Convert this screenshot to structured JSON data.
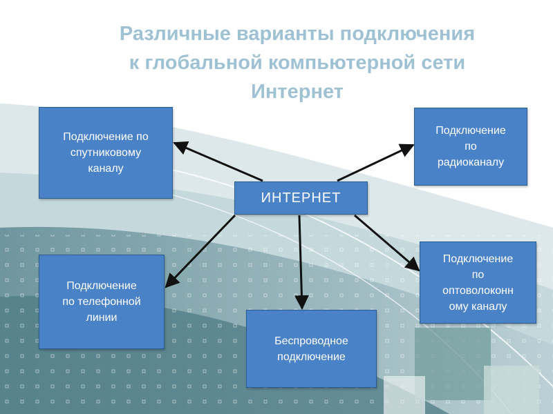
{
  "title_lines": [
    "Различные варианты подключения",
    "к глобальной компьютерной сети",
    "Интернет"
  ],
  "center_node": {
    "label": "ИНТЕРНЕТ"
  },
  "nodes": {
    "satellite": {
      "lines": [
        "Подключение по",
        "спутниковому",
        "каналу"
      ]
    },
    "radio": {
      "lines": [
        "Подключение",
        "по",
        "радиоканалу"
      ]
    },
    "phone": {
      "lines": [
        "Подключение",
        "по телефонной",
        "линии"
      ]
    },
    "wireless": {
      "lines": [
        "Беспроводное",
        "подключение"
      ]
    },
    "fiber": {
      "lines": [
        "Подключение",
        "по",
        "оптоволоконн",
        "ому каналу"
      ]
    }
  },
  "colors": {
    "box_fill": "#4a82c8",
    "box_border": "#2a5a92",
    "title": "#9ec2d4",
    "arrow": "#111111"
  }
}
